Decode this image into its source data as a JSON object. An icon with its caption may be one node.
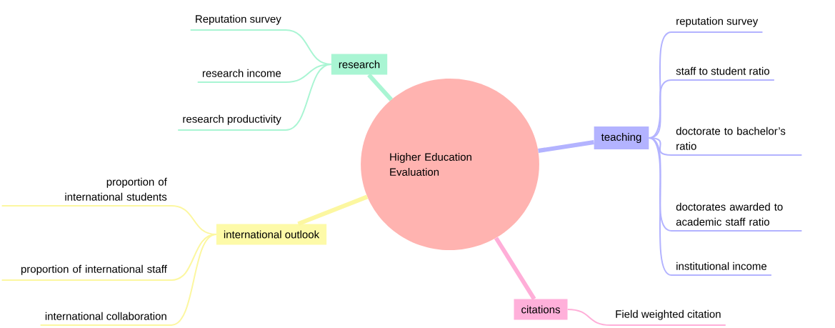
{
  "diagram": {
    "nodes": [
      {
        "text": [
          "Higher Education Evaluation"
        ]
      },
      {
        "text": [
          "research"
        ]
      },
      {
        "text": [
          "Reputation survey"
        ]
      },
      {
        "text": [
          "research income"
        ]
      },
      {
        "text": [
          "research productivity"
        ]
      },
      {
        "text": [
          "teaching"
        ]
      },
      {
        "text": [
          "reputation survey"
        ]
      },
      {
        "text": [
          "staff to student ratio"
        ]
      },
      {
        "text": [
          "doctorate to bachelor’s ratio"
        ]
      },
      {
        "text": [
          "doctorates awarded to academic staff ratio"
        ]
      },
      {
        "text": [
          "institutional income"
        ]
      },
      {
        "text": [
          "international outlook"
        ]
      },
      {
        "text": [
          "proportion of international students"
        ]
      },
      {
        "text": [
          "proportion of international staff"
        ]
      },
      {
        "text": [
          "international collaboration"
        ]
      },
      {
        "text": [
          "citations"
        ]
      },
      {
        "text": [
          "Field weighted citation"
        ]
      }
    ],
    "edges": [
      {
        "from": 0,
        "to": 1,
        "arrow": "none",
        "style": "thick",
        "color": "#a9f5d3"
      },
      {
        "from": 1,
        "to": 2,
        "arrow": "none",
        "color": "#a9f5d3"
      },
      {
        "from": 1,
        "to": 3,
        "arrow": "none",
        "color": "#a9f5d3"
      },
      {
        "from": 1,
        "to": 4,
        "arrow": "none",
        "color": "#a9f5d3"
      },
      {
        "from": 0,
        "to": 5,
        "arrow": "none",
        "style": "thick",
        "color": "#b3b3ff"
      },
      {
        "from": 5,
        "to": 6,
        "arrow": "none",
        "color": "#b3b3ff"
      },
      {
        "from": 5,
        "to": 7,
        "arrow": "none",
        "color": "#b3b3ff"
      },
      {
        "from": 5,
        "to": 8,
        "arrow": "none",
        "color": "#b3b3ff"
      },
      {
        "from": 5,
        "to": 9,
        "arrow": "none",
        "color": "#b3b3ff"
      },
      {
        "from": 5,
        "to": 10,
        "arrow": "none",
        "color": "#b3b3ff"
      },
      {
        "from": 0,
        "to": 11,
        "arrow": "none",
        "style": "thick",
        "color": "#fcf7a0"
      },
      {
        "from": 11,
        "to": 12,
        "arrow": "none",
        "color": "#fcf7a0"
      },
      {
        "from": 11,
        "to": 13,
        "arrow": "none",
        "color": "#fcf7a0"
      },
      {
        "from": 11,
        "to": 14,
        "arrow": "none",
        "color": "#fcf7a0"
      },
      {
        "from": 0,
        "to": 15,
        "arrow": "none",
        "style": "thick",
        "color": "#ffaed8"
      },
      {
        "from": 15,
        "to": 16,
        "arrow": "none",
        "color": "#ffaed8"
      }
    ]
  }
}
